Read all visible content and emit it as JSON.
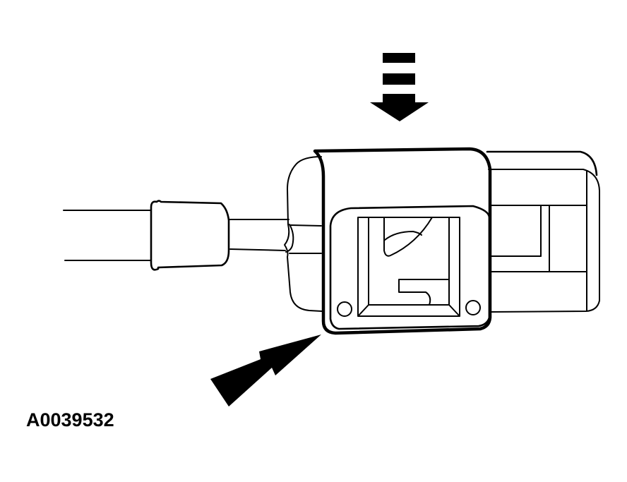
{
  "figure": {
    "label": "A0039532",
    "description": "Electrical connector with cable, locking tab push-down and slide-out direction arrows",
    "colors": {
      "line": "#000000",
      "background": "#ffffff"
    }
  },
  "arrows": [
    {
      "name": "push-down-arrow",
      "direction": "down"
    },
    {
      "name": "slide-arrow",
      "direction": "up-right"
    }
  ],
  "parts": [
    {
      "name": "cable"
    },
    {
      "name": "cable-boot"
    },
    {
      "name": "cable-neck"
    },
    {
      "name": "connector-rear-cap"
    },
    {
      "name": "connector-locking-body"
    },
    {
      "name": "connector-front-housing"
    }
  ]
}
